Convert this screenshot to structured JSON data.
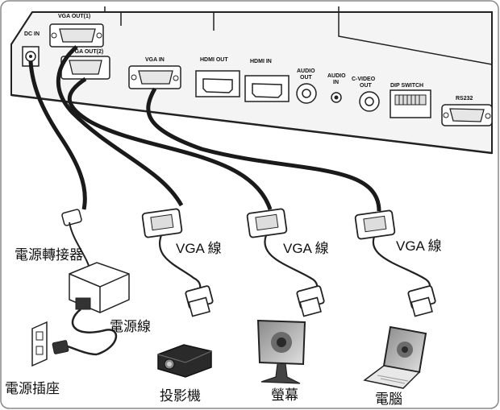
{
  "ports": {
    "dc_in": "DC IN",
    "vga_out_1": "VGA OUT(1)",
    "vga_out_2": "VGA OUT(2)",
    "vga_in": "VGA IN",
    "hdmi_out": "HDMI OUT",
    "hdmi_in": "HDMI IN",
    "audio_out_line1": "AUDIO",
    "audio_out_line2": "OUT",
    "audio_in_line1": "AUDIO",
    "audio_in_line2": "IN",
    "cvideo_out_line1": "C-VIDEO",
    "cvideo_out_line2": "OUT",
    "dip_switch": "DIP SWITCH",
    "rs232": "RS232"
  },
  "labels": {
    "power_adapter": "電源轉接器",
    "power_cord": "電源線",
    "power_outlet": "電源插座",
    "vga_cable_1": "VGA 線",
    "vga_cable_2": "VGA 線",
    "vga_cable_3": "VGA 線",
    "projector": "投影機",
    "monitor": "螢幕",
    "computer": "電腦"
  },
  "colors": {
    "cable": "#1a1a1a",
    "outline": "#222222",
    "panel": "#f4f4f4"
  }
}
